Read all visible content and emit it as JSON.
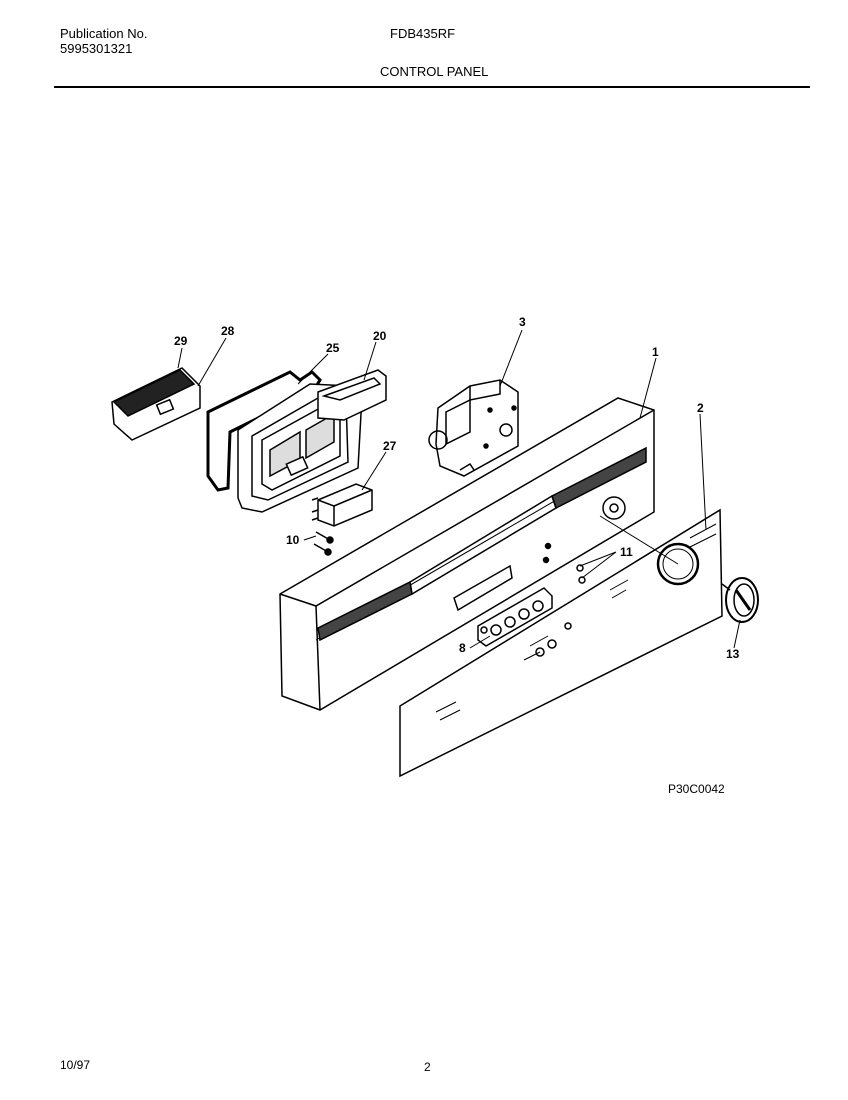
{
  "header": {
    "publication_label": "Publication No.",
    "publication_number": "5995301321",
    "model": "FDB435RF",
    "section_title": "CONTROL PANEL"
  },
  "diagram": {
    "figure_code": "P30C0042",
    "callouts": [
      {
        "id": "c1",
        "label": "1"
      },
      {
        "id": "c2",
        "label": "2"
      },
      {
        "id": "c3",
        "label": "3"
      },
      {
        "id": "c8",
        "label": "8"
      },
      {
        "id": "c10",
        "label": "10"
      },
      {
        "id": "c11",
        "label": "11"
      },
      {
        "id": "c13",
        "label": "13"
      },
      {
        "id": "c20",
        "label": "20"
      },
      {
        "id": "c25",
        "label": "25"
      },
      {
        "id": "c27",
        "label": "27"
      },
      {
        "id": "c28",
        "label": "28"
      },
      {
        "id": "c29",
        "label": "29"
      }
    ]
  },
  "footer": {
    "date": "10/97",
    "page": "2"
  }
}
